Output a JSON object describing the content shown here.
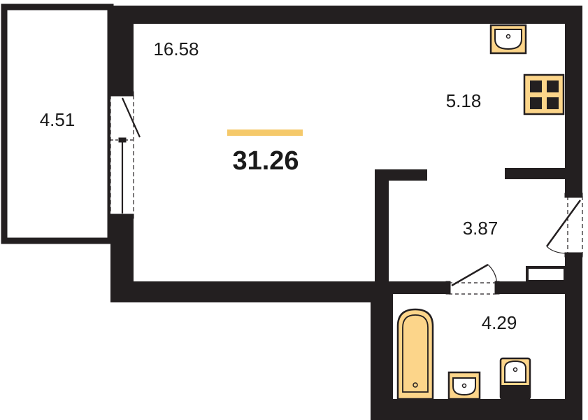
{
  "plan": {
    "total_area": "31.26",
    "accent_color": "#f5c96a",
    "wall_color": "#231f20",
    "fixture_fill": "#fcd58a",
    "rooms": {
      "living_room": "16.58",
      "balcony": "4.51",
      "kitchen": "5.18",
      "hallway": "3.87",
      "bathroom": "4.29"
    }
  }
}
